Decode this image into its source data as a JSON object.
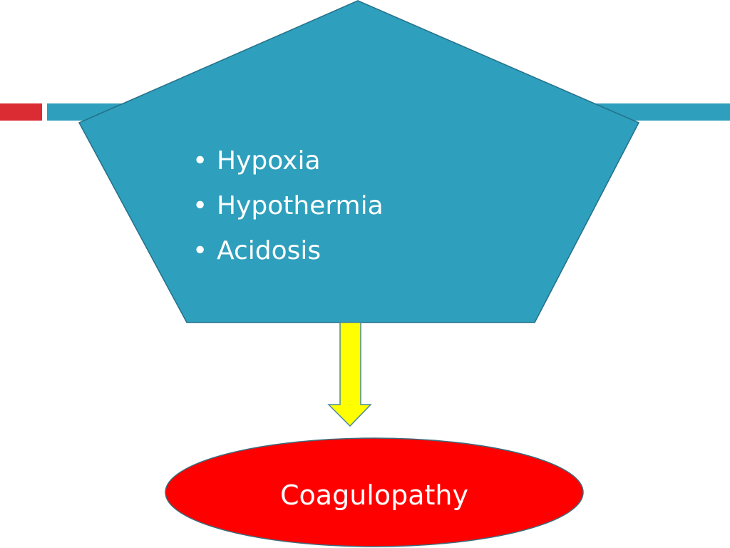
{
  "colors": {
    "pentagon_fill": "#2e9fbc",
    "pentagon_stroke": "#25708a",
    "top_bar": "#2e9fbc",
    "accent_bar": "#dc2c33",
    "arrow_fill": "#ffff00",
    "arrow_stroke": "#4a8aa0",
    "oval_fill": "#ff0000",
    "oval_stroke": "#3d6b7a",
    "text": "#ffffff"
  },
  "factors": {
    "bullet_symbol": "•",
    "items": [
      "Hypoxia",
      "Hypothermia",
      "Acidosis"
    ]
  },
  "outcome": {
    "label": "Coagulopathy"
  }
}
